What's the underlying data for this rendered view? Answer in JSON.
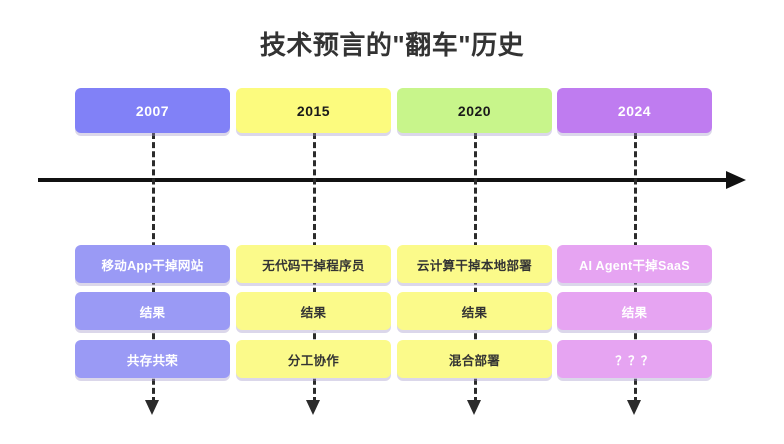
{
  "title": "技术预言的\"翻车\"历史",
  "timeline": {
    "axis_arrow": "right-arrow",
    "columns": [
      {
        "year": "2007",
        "year_bg": "#8181F7",
        "year_text_color": "#ffffff",
        "box_bg": "#9A9AF5",
        "box_text_color": "#ffffff",
        "rows": [
          "移动App干掉网站",
          "结果",
          "共存共荣"
        ]
      },
      {
        "year": "2015",
        "year_bg": "#FCFB7E",
        "year_text_color": "#1a1a1a",
        "box_bg": "#FBFA8A",
        "box_text_color": "#333333",
        "rows": [
          "无代码干掉程序员",
          "结果",
          "分工协作"
        ]
      },
      {
        "year": "2020",
        "year_bg": "#C8F58B",
        "year_text_color": "#1a1a1a",
        "box_bg": "#FBFA8A",
        "box_text_color": "#333333",
        "rows": [
          "云计算干掉本地部署",
          "结果",
          "混合部署"
        ]
      },
      {
        "year": "2024",
        "year_bg": "#BF7CF0",
        "year_text_color": "#ffffff",
        "box_bg": "#E6A4F2",
        "box_text_color": "#ffffff",
        "rows": [
          "AI Agent干掉SaaS",
          "结果",
          "？？？"
        ]
      }
    ]
  }
}
